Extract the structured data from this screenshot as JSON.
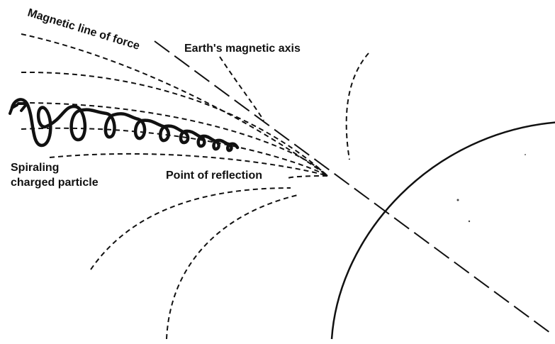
{
  "labels": {
    "magnetic_line_of_force": "Magnetic line of force",
    "earths_magnetic_axis": "Earth's magnetic axis",
    "spiraling_line1": "Spiraling",
    "spiraling_line2": "charged particle",
    "point_of_reflection": "Point of reflection"
  },
  "colors": {
    "ink": "#111111",
    "background": "#ffffff"
  }
}
